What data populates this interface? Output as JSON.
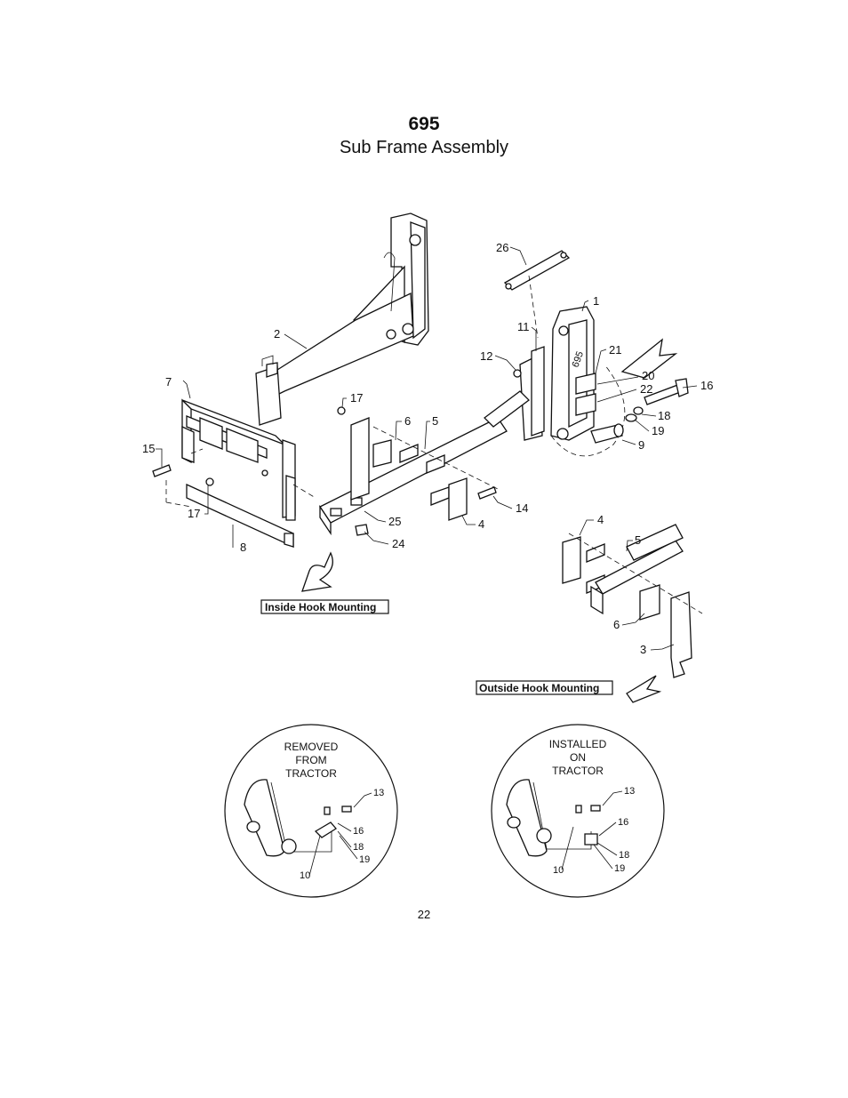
{
  "header": {
    "model": "695",
    "title": "Sub Frame Assembly"
  },
  "callouts": {
    "c1": "1",
    "c2": "2",
    "c3": "3",
    "c4a": "4",
    "c4b": "4",
    "c5a": "5",
    "c5b": "5",
    "c6a": "6",
    "c6b": "6",
    "c7": "7",
    "c8": "8",
    "c9": "9",
    "c11": "11",
    "c12": "12",
    "c14": "14",
    "c15": "15",
    "c16": "16",
    "c17a": "17",
    "c17b": "17",
    "c18": "18",
    "c19": "19",
    "c20": "20",
    "c21": "21",
    "c22": "22",
    "c24": "24",
    "c25": "25",
    "c26": "26"
  },
  "stamp": "695",
  "mounting_labels": {
    "inside": "Inside Hook Mounting",
    "outside": "Outside Hook Mounting"
  },
  "inset_removed": {
    "heading": [
      "REMOVED",
      "FROM",
      "TRACTOR"
    ],
    "callouts": {
      "a": "13",
      "b": "16",
      "c": "18",
      "d": "19",
      "e": "10"
    }
  },
  "inset_installed": {
    "heading": [
      "INSTALLED",
      "ON",
      "TRACTOR"
    ],
    "callouts": {
      "a": "13",
      "b": "16",
      "c": "18",
      "d": "19",
      "e": "10"
    }
  },
  "page_number": "22"
}
